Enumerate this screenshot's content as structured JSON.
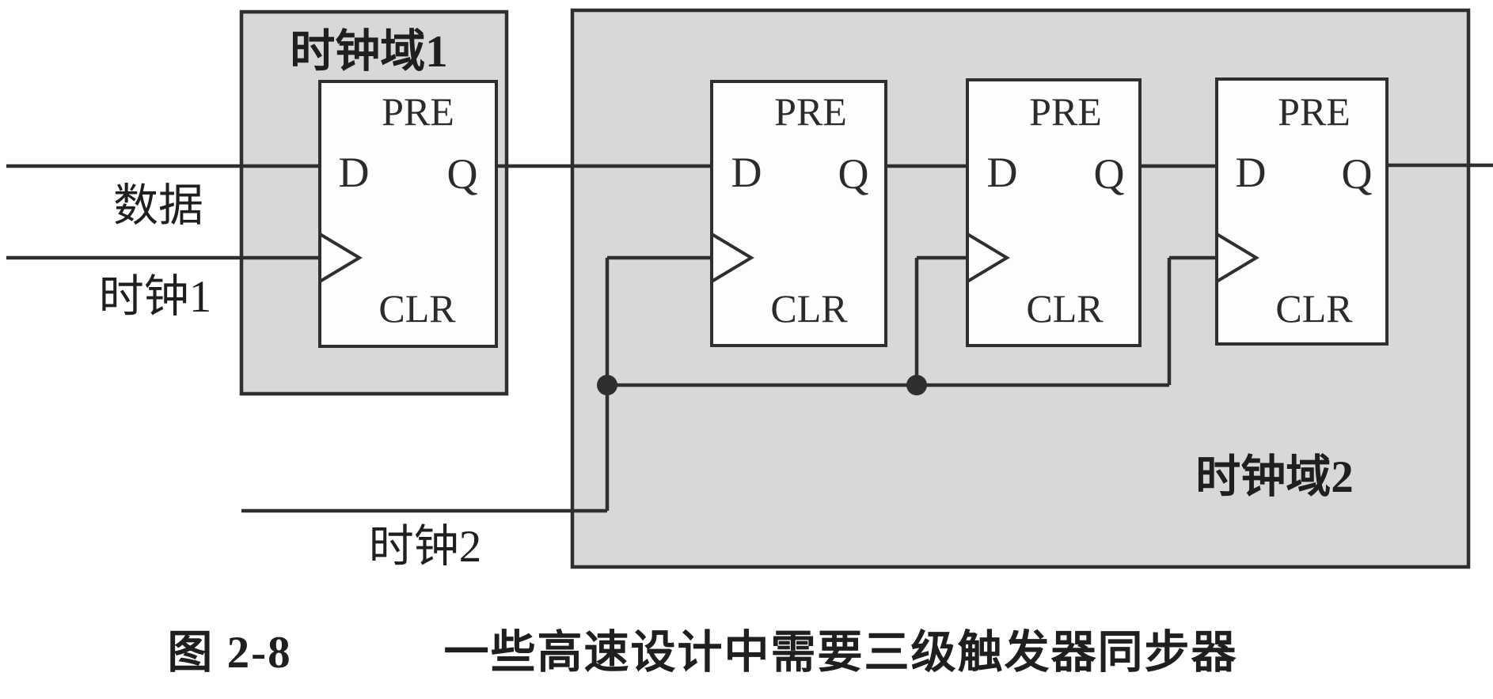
{
  "figure": {
    "caption_prefix": "图 2-8",
    "caption_text": "一些高速设计中需要三级触发器同步器"
  },
  "inputs": {
    "data_label": "数据",
    "clock1_label": "时钟1",
    "clock2_label": "时钟2"
  },
  "domains": [
    {
      "label": "时钟域1"
    },
    {
      "label": "时钟域2"
    }
  ],
  "flipflops": [
    {
      "pre": "PRE",
      "d": "D",
      "q": "Q",
      "clr": "CLR"
    },
    {
      "pre": "PRE",
      "d": "D",
      "q": "Q",
      "clr": "CLR"
    },
    {
      "pre": "PRE",
      "d": "D",
      "q": "Q",
      "clr": "CLR"
    },
    {
      "pre": "PRE",
      "d": "D",
      "q": "Q",
      "clr": "CLR"
    }
  ],
  "colors": {
    "background": "#ffffff",
    "domain_fill": "#d8d8d7",
    "box_fill": "#fdfdfd",
    "line": "#2f2f2f",
    "text": "#1f1f1f"
  }
}
